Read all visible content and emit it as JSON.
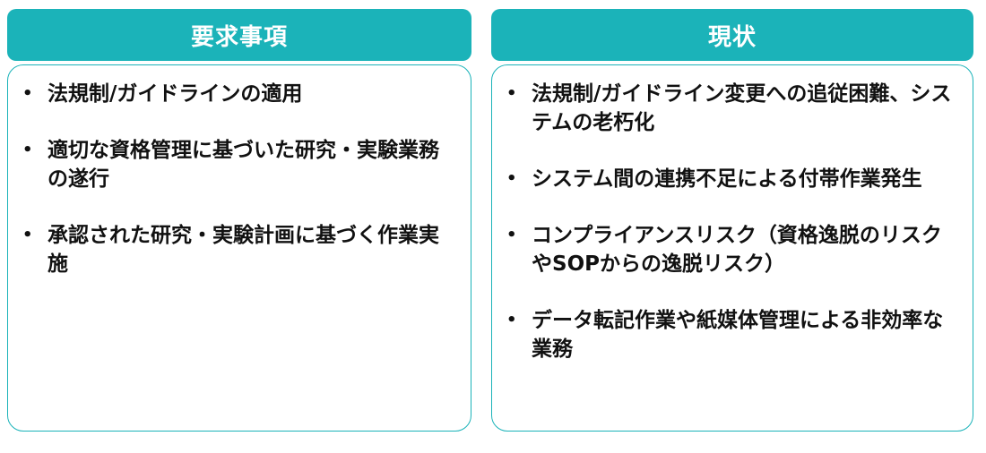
{
  "colors": {
    "accent": "#1BB3B9",
    "header_text": "#ffffff",
    "body_text": "#111111"
  },
  "left_panel": {
    "title": "要求事項",
    "items": [
      "法規制/ガイドラインの適用",
      "適切な資格管理に基づいた研究・実験業務の遂行",
      "承認された研究・実験計画に基づく作業実施"
    ]
  },
  "right_panel": {
    "title": "現状",
    "items": [
      "法規制/ガイドライン変更への追従困難、システムの老朽化",
      "システム間の連携不足による付帯作業発生",
      "コンプライアンスリスク（資格逸脱のリスクやSOPからの逸脱リスク）",
      "データ転記作業や紙媒体管理による非効率な業務"
    ]
  },
  "bullet_icon": "bullet-dot-icon"
}
